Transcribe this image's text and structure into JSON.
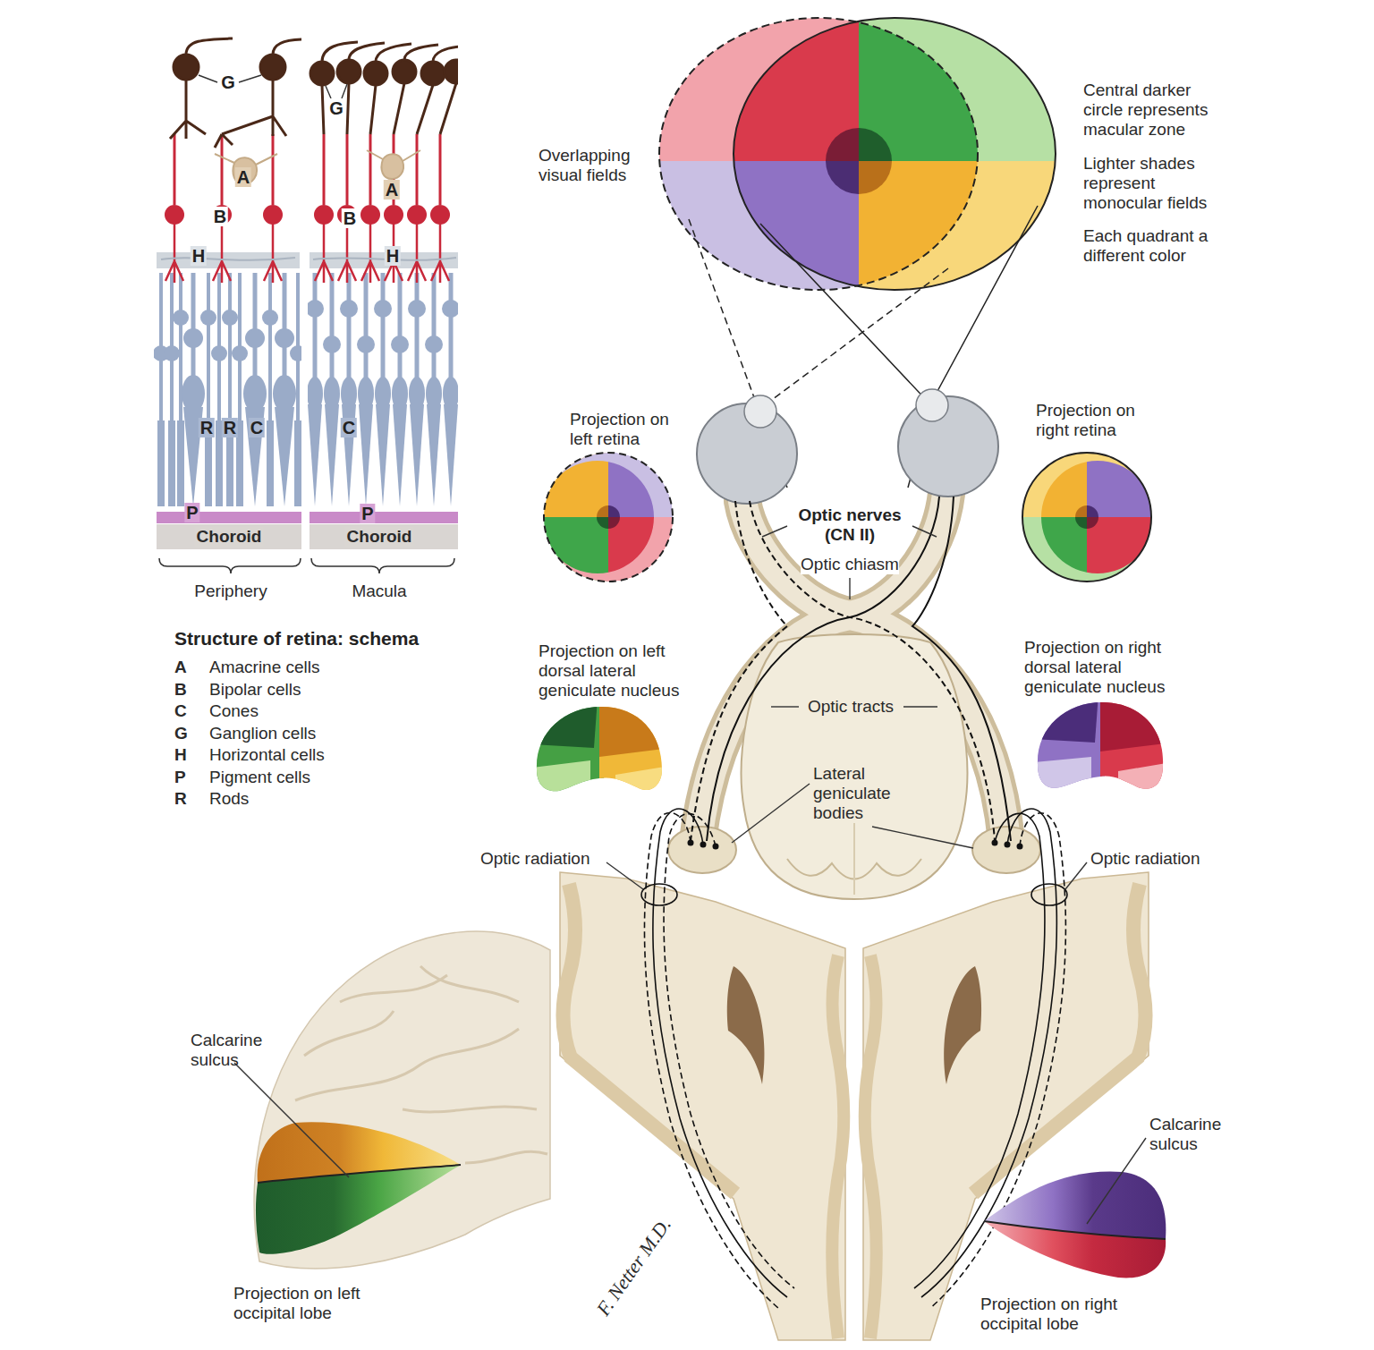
{
  "diagram": {
    "title": "Structure of retina: schema",
    "labels": [
      "G",
      "A",
      "B",
      "H",
      "R",
      "R",
      "C",
      "P",
      "Choroid",
      "G",
      "A",
      "B",
      "H",
      "C",
      "P",
      "Choroid",
      "Periphery",
      "Macula",
      "A",
      "Amacrine cells",
      "B",
      "Bipolar cells",
      "C",
      "Cones",
      "G",
      "Ganglion cells",
      "H",
      "Horizontal cells",
      "P",
      "Pigment cells",
      "R",
      "Rods",
      "Overlapping visual fields",
      "Central darker circle represents macular zone",
      "Lighter shades represent monocular fields",
      "Each quadrant a different color",
      "Projection on left retina",
      "Projection on right retina",
      "Optic nerves (CN II)",
      "Optic chiasm",
      "Projection on left dorsal lateral geniculate nucleus",
      "Projection on right dorsal lateral geniculate nucleus",
      "Optic tracts",
      "Lateral geniculate bodies",
      "Optic radiation",
      "Optic radiation",
      "Calcarine sulcus",
      "Calcarine sulcus",
      "Projection on left occipital lobe",
      "Projection on right occipital lobe",
      "F. Netter M.D."
    ]
  }
}
